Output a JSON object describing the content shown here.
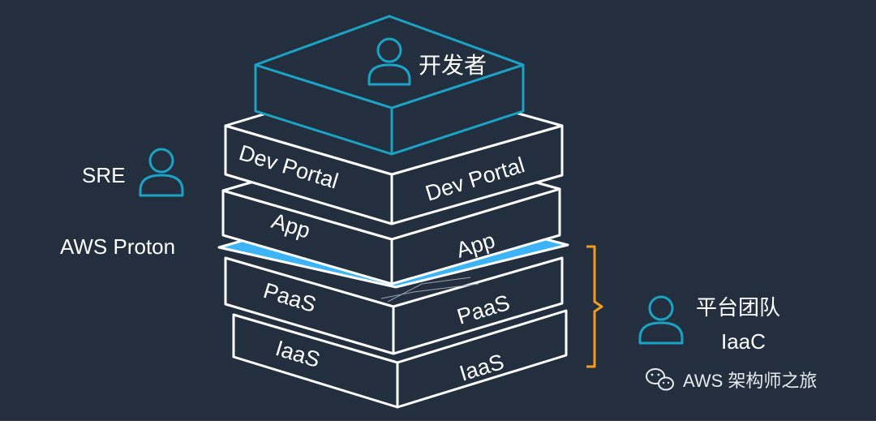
{
  "colors": {
    "background": "#232f3e",
    "outline": "#ffffff",
    "accent_teal": "#1ba3c6",
    "proton_layer": "#3cb4f5",
    "bracket_orange": "#f29c1f"
  },
  "top_block": {
    "role_label": "开发者",
    "icon": "person-icon"
  },
  "layers": {
    "dev_portal_left": "Dev Portal",
    "dev_portal_right": "Dev Portal",
    "app_left": "App",
    "app_right": "App",
    "paas_left": "PaaS",
    "paas_right": "PaaS",
    "iaas_left": "IaaS",
    "iaas_right": "IaaS"
  },
  "left_labels": {
    "sre": "SRE",
    "aws_proton": "AWS Proton"
  },
  "right_labels": {
    "platform_team": "平台团队",
    "iaac": "IaaC"
  },
  "watermark": {
    "text": "AWS 架构师之旅",
    "icon": "wechat-icon"
  }
}
